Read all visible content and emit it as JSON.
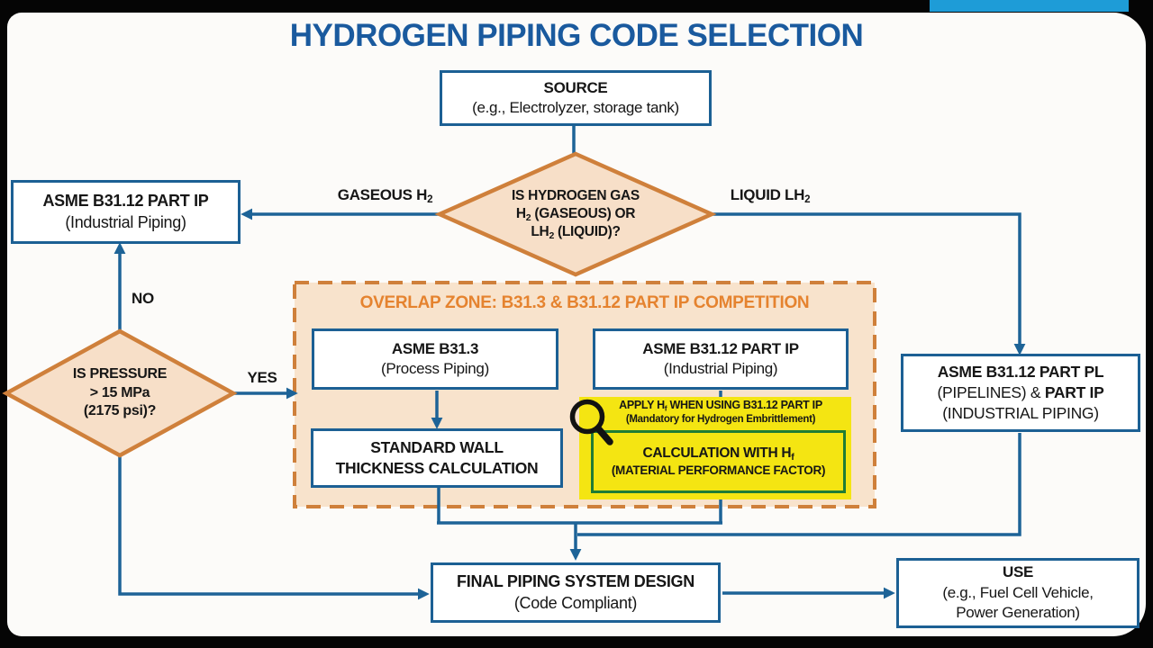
{
  "slide": {
    "title": "HYDROGEN PIPING CODE SELECTION"
  },
  "colors": {
    "title_blue": "#1a5a9e",
    "box_border_blue": "#1c6094",
    "connector_blue": "#1d6397",
    "diamond_border_orange": "#cf803b",
    "diamond_fill": "#f7dfc8",
    "overlap_fill": "#f8e3cc",
    "overlap_title_orange": "#e5832f",
    "highlight_yellow": "#f4e512",
    "calc_border_green": "#1f7c35",
    "top_bar_blue": "#1e9cd7"
  },
  "nodes": {
    "source": {
      "line1": "SOURCE",
      "line2": "(e.g., Electrolyzer, storage tank)"
    },
    "gas_decision": {
      "line1": "IS HYDROGEN GAS",
      "line2_pre": "H",
      "line2_sub": "2",
      "line2_post": " (GASEOUS) OR",
      "line3_pre": "LH",
      "line3_sub": "2",
      "line3_post": " (LIQUID)?"
    },
    "asme_ip": {
      "line1": "ASME B31.12 PART IP",
      "line2": "(Industrial Piping)"
    },
    "asme_pl": {
      "line1": "ASME B31.12 PART PL",
      "line2a": "(PIPELINES) & ",
      "line2b": "PART IP",
      "line3": "(INDUSTRIAL PIPING)"
    },
    "pressure_decision": {
      "line1": "IS PRESSURE",
      "line2": "> 15 MPa",
      "line3": "(2175 psi)?"
    },
    "overlap_zone": {
      "title": "OVERLAP ZONE: B31.3 & B31.12 PART IP COMPETITION"
    },
    "b313": {
      "line1": "ASME B31.3",
      "line2": "(Process Piping)"
    },
    "b3112_ip": {
      "line1": "ASME B31.12 PART IP",
      "line2": "(Industrial Piping)"
    },
    "std_wall": {
      "line1": "STANDARD WALL",
      "line2": "THICKNESS CALCULATION"
    },
    "apply_hf": {
      "line1_pre": "APPLY H",
      "line1_sub": "f",
      "line1_post": " WHEN USING B31.12 PART IP",
      "line2": "(Mandatory for Hydrogen Embrittlement)"
    },
    "calc_hf": {
      "line1_pre": "CALCULATION WITH H",
      "line1_sub": "f",
      "line2": "(MATERIAL PERFORMANCE FACTOR)"
    },
    "final_design": {
      "line1": "FINAL PIPING SYSTEM DESIGN",
      "line2": "(Code Compliant)"
    },
    "use": {
      "line1": "USE",
      "line2": "(e.g., Fuel Cell Vehicle,",
      "line3": "Power Generation)"
    }
  },
  "edge_labels": {
    "gaseous_pre": "GASEOUS H",
    "gaseous_sub": "2",
    "liquid_pre": "LIQUID LH",
    "liquid_sub": "2",
    "no": "NO",
    "yes": "YES"
  }
}
